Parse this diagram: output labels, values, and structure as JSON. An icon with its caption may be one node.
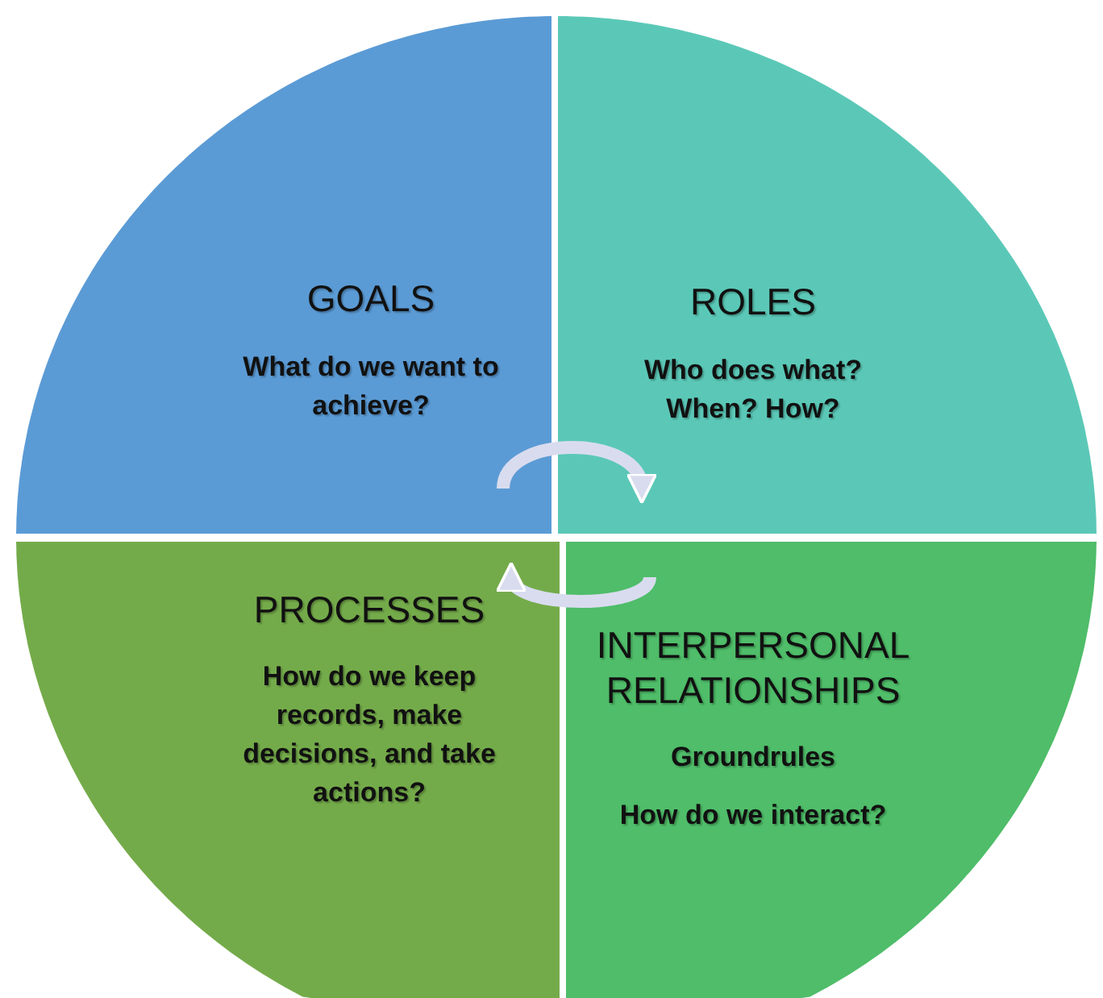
{
  "diagram": {
    "nodes": [
      {
        "text": [
          "GOALS",
          "What do we want to achieve?"
        ]
      },
      {
        "text": [
          "ROLES",
          "Who does what? When? How?"
        ]
      },
      {
        "text": [
          "PROCESSES",
          "How do we keep records, make decisions, and take actions?"
        ]
      },
      {
        "text": [
          "INTERPERSONAL RELATIONSHIPS",
          "Groundrules",
          "How do we interact?"
        ]
      }
    ],
    "edges": [
      {
        "from": 0,
        "to": 1,
        "arrow": "to"
      },
      {
        "from": 3,
        "to": 2,
        "arrow": "to"
      }
    ]
  }
}
